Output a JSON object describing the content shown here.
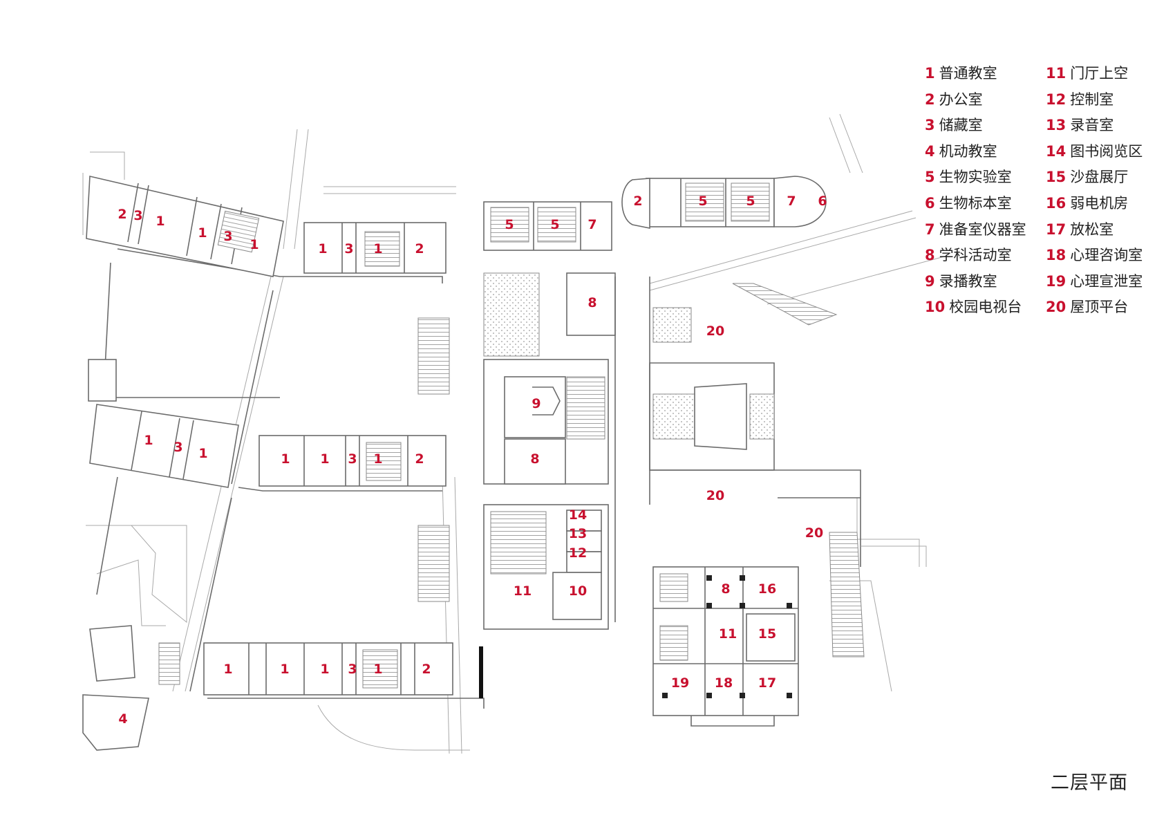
{
  "legend": [
    {
      "num": "1",
      "name": "普通教室"
    },
    {
      "num": "2",
      "name": "办公室"
    },
    {
      "num": "3",
      "name": "储藏室"
    },
    {
      "num": "4",
      "name": "机动教室"
    },
    {
      "num": "5",
      "name": "生物实验室"
    },
    {
      "num": "6",
      "name": "生物标本室"
    },
    {
      "num": "7",
      "name": "准备室仪器室"
    },
    {
      "num": "8",
      "name": "学科活动室"
    },
    {
      "num": "9",
      "name": "录播教室"
    },
    {
      "num": "10",
      "name": "校园电视台"
    },
    {
      "num": "11",
      "name": "门厅上空"
    },
    {
      "num": "12",
      "name": "控制室"
    },
    {
      "num": "13",
      "name": "录音室"
    },
    {
      "num": "14",
      "name": "图书阅览区"
    },
    {
      "num": "15",
      "name": "沙盘展厅"
    },
    {
      "num": "16",
      "name": "弱电机房"
    },
    {
      "num": "17",
      "name": "放松室"
    },
    {
      "num": "18",
      "name": "心理咨询室"
    },
    {
      "num": "19",
      "name": "心理宣泄室"
    },
    {
      "num": "20",
      "name": "屋顶平台"
    }
  ],
  "room_labels": [
    "2",
    "3",
    "1",
    "1",
    "3",
    "1",
    "1",
    "3",
    "1",
    "2",
    "5",
    "5",
    "7",
    "2",
    "5",
    "5",
    "7",
    "6",
    "8",
    "20",
    "9",
    "8",
    "20",
    "20",
    "1",
    "3",
    "1",
    "1",
    "1",
    "3",
    "1",
    "2",
    "14",
    "13",
    "12",
    "11",
    "10",
    "8",
    "16",
    "11",
    "15",
    "19",
    "18",
    "17",
    "1",
    "1",
    "1",
    "3",
    "1",
    "2",
    "4"
  ],
  "title": "二层平面",
  "colors": {
    "label_red": "#c8102e",
    "line_gray": "#6b6b6b",
    "text_dark": "#222222"
  }
}
